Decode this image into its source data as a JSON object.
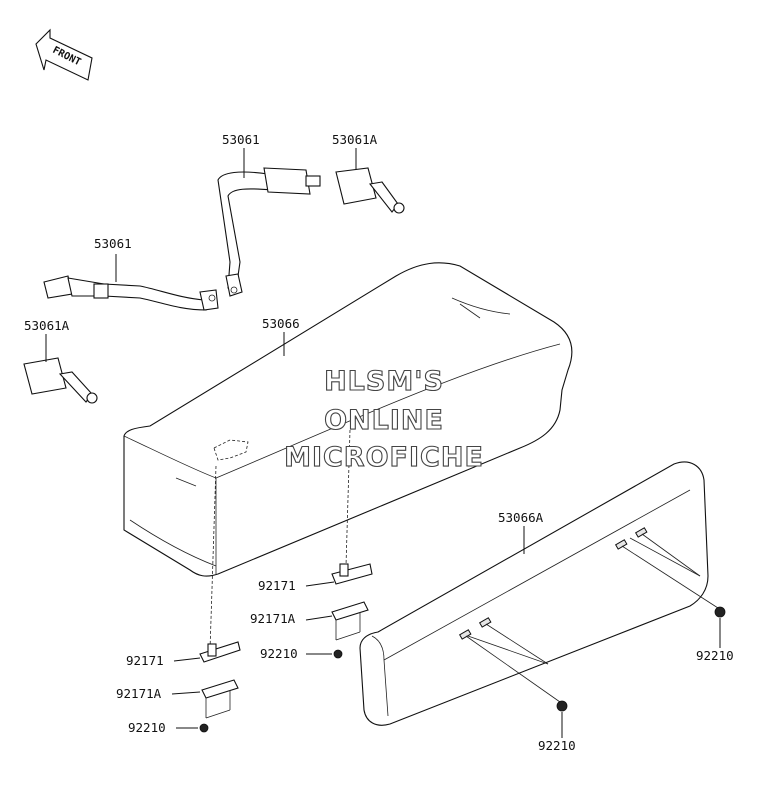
{
  "front_label": "FRONT",
  "watermark": {
    "line1": "HLSM'S",
    "line2": "ONLINE",
    "line3": "MICROFICHE"
  },
  "callouts": {
    "belt_top": "53061",
    "buckle_top": "53061A",
    "belt_left": "53061",
    "buckle_left": "53061A",
    "seat": "53066",
    "backrest": "53066A",
    "bracket_mid": "92171",
    "plate_mid": "92171A",
    "nut_mid": "92210",
    "bracket_low": "92171",
    "plate_low": "92171A",
    "nut_low": "92210",
    "nut_right": "92210",
    "nut_bottom": "92210"
  }
}
